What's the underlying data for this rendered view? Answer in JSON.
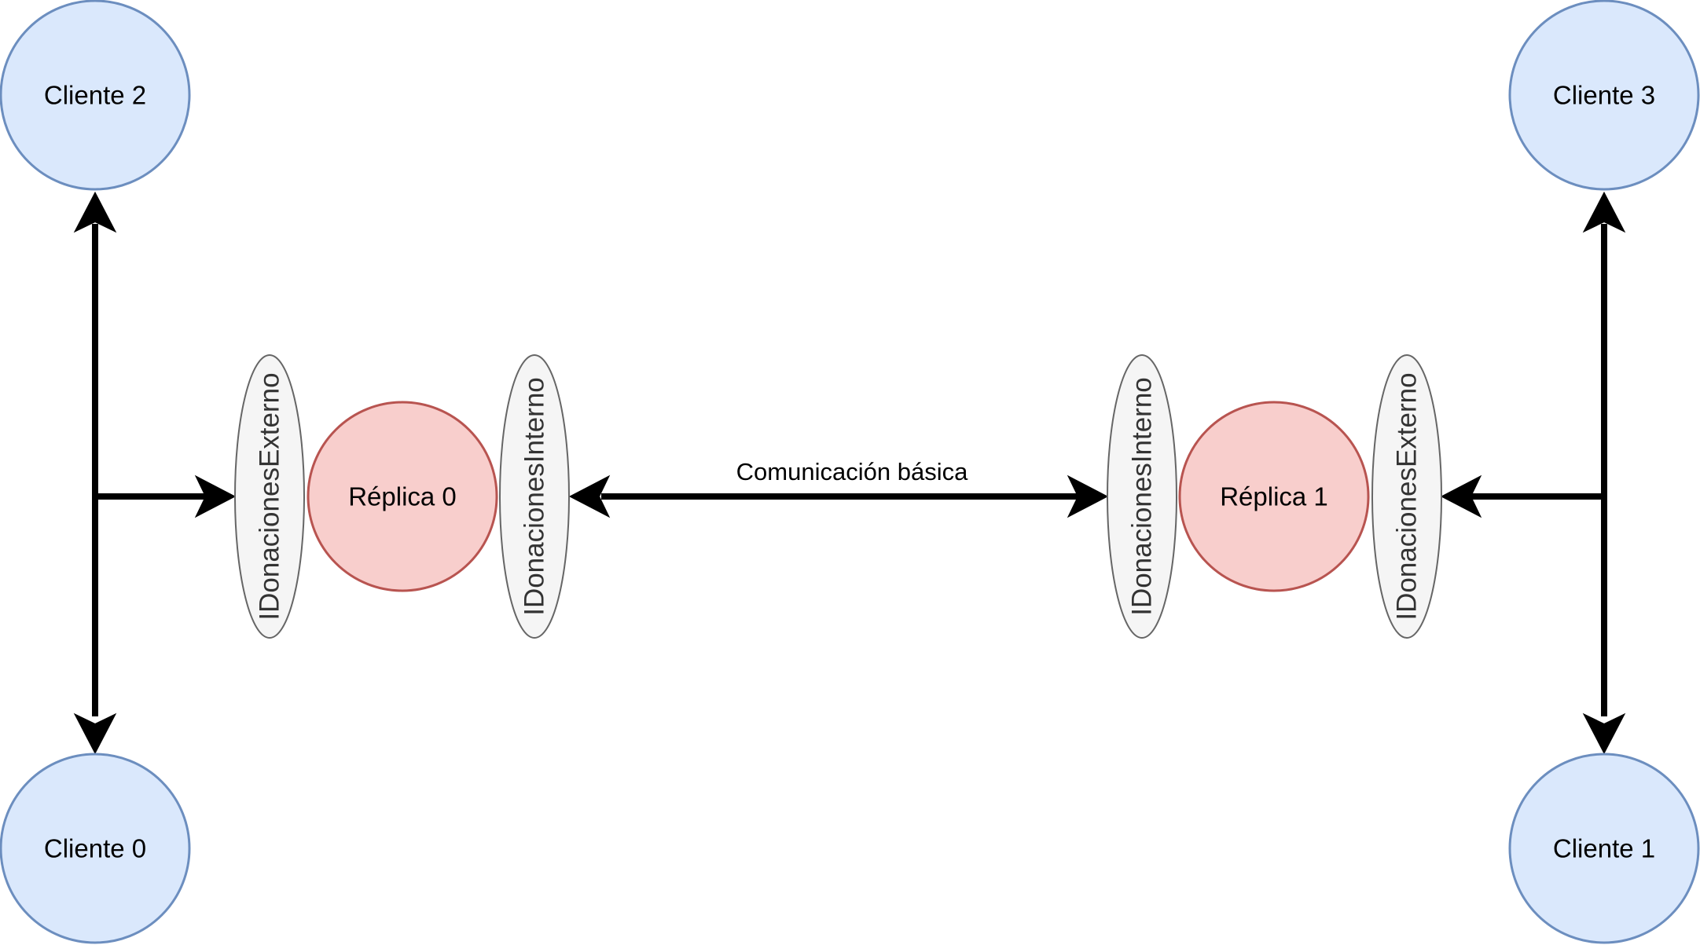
{
  "diagram": {
    "clients": {
      "c2": {
        "label": "Cliente 2",
        "fill": "#dae8fc",
        "stroke": "#6c8ebf"
      },
      "c3": {
        "label": "Cliente 3",
        "fill": "#dae8fc",
        "stroke": "#6c8ebf"
      },
      "c0": {
        "label": "Cliente 0",
        "fill": "#dae8fc",
        "stroke": "#6c8ebf"
      },
      "c1": {
        "label": "Cliente 1",
        "fill": "#dae8fc",
        "stroke": "#6c8ebf"
      }
    },
    "replicas": {
      "r0": {
        "label": "Réplica 0",
        "fill": "#f8cecc",
        "stroke": "#b85450"
      },
      "r1": {
        "label": "Réplica 1",
        "fill": "#f8cecc",
        "stroke": "#b85450"
      }
    },
    "interfaces": {
      "r0_externo": {
        "label": "IDonacionesExterno"
      },
      "r0_interno": {
        "label": "IDonacionesInterno"
      },
      "r1_interno": {
        "label": "IDonacionesInterno"
      },
      "r1_externo": {
        "label": "IDonacionesExterno"
      },
      "fill": "#f5f5f5",
      "stroke": "#666666"
    },
    "edges": {
      "replica_link": {
        "label": "Comunicación básica"
      }
    }
  }
}
